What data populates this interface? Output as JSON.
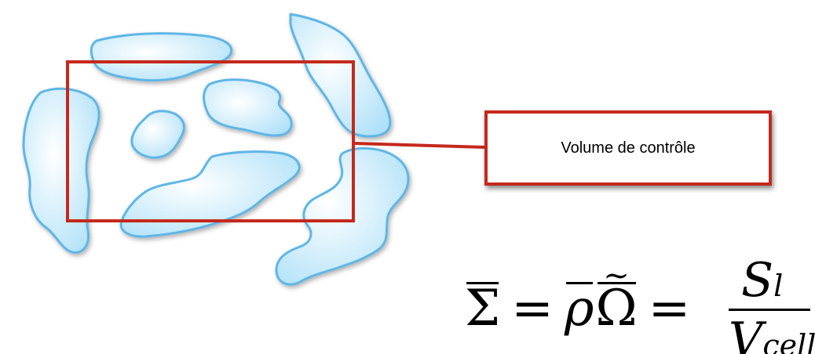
{
  "diagram": {
    "label_box_text": "Volume de contrôle",
    "colors": {
      "frame_red": "#c4291c",
      "blob_outline": "#5fb6e6",
      "blob_fill_light": "#ffffff",
      "blob_fill_dark": "#aee0f8"
    }
  },
  "formula": {
    "sigma": "Σ",
    "equals": "=",
    "rho": "ρ",
    "omega": "Ω",
    "tilde": "~",
    "numerator_main": "S",
    "numerator_sub": "l",
    "denominator_main": "V",
    "denominator_sub": "cell"
  }
}
